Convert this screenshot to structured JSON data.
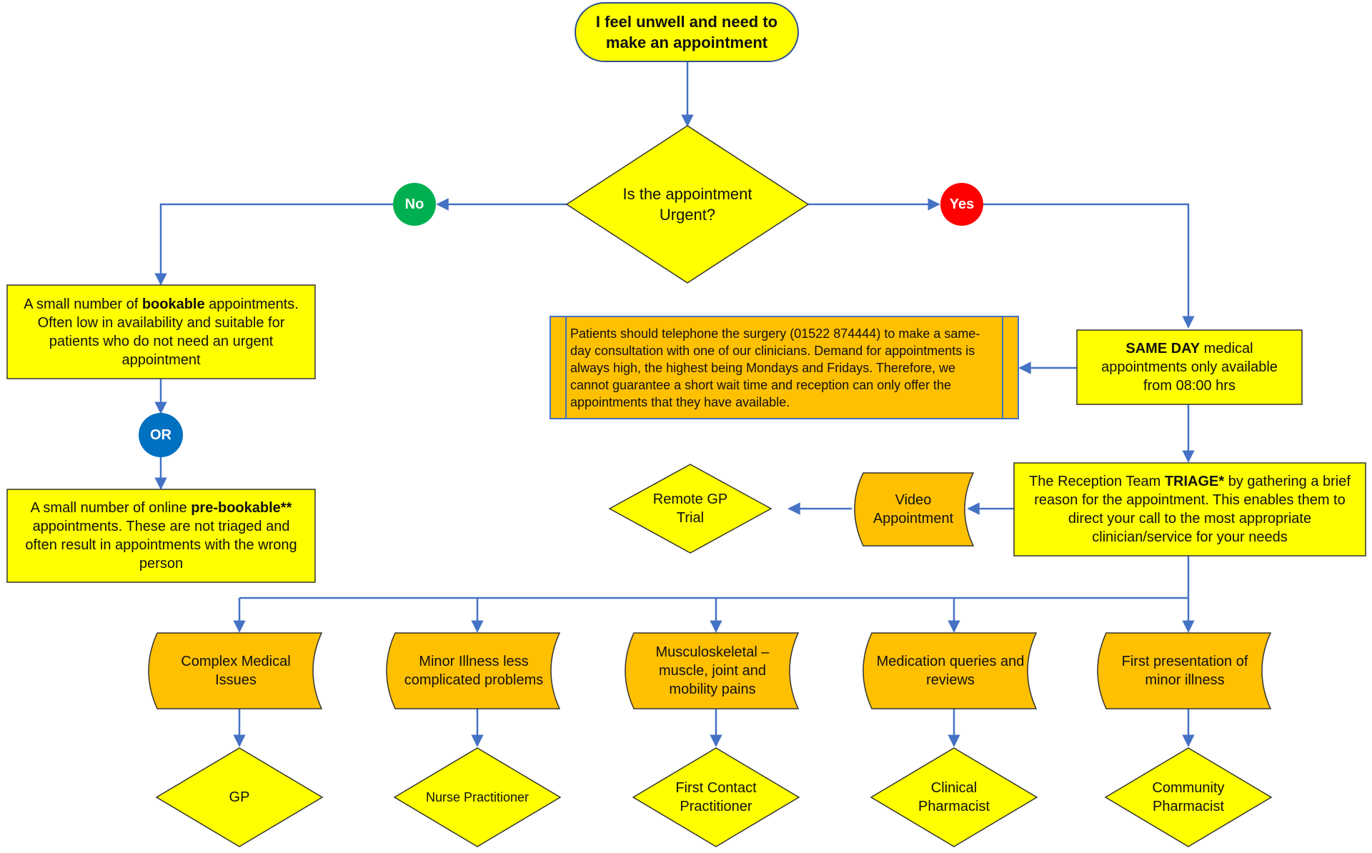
{
  "start": {
    "text": "I feel unwell and need to make an appointment"
  },
  "decision": {
    "text": "Is the appointment Urgent?"
  },
  "branches": {
    "no": "No",
    "yes": "Yes",
    "or": "OR"
  },
  "bookable": {
    "pre": "A small number of ",
    "bold": "bookable",
    "post": " appointments. Often low in availability and suitable for patients who do not need an urgent appointment"
  },
  "prebookable": {
    "pre": "A small number of online ",
    "bold": "pre-bookable**",
    "post": " appointments. These are not triaged and often result in appointments with the wrong person"
  },
  "same_day": {
    "bold": "SAME DAY",
    "post": " medical appointments only available from 08:00 hrs"
  },
  "telephone_note": {
    "text": "Patients should telephone the surgery (01522 874444) to make a same-day consultation with one of our clinicians. Demand for appointments is always high, the highest being Mondays and Fridays. Therefore, we cannot guarantee a short wait time and reception can only offer the appointments that they have available."
  },
  "triage": {
    "pre": "The Reception Team ",
    "bold": "TRIAGE*",
    "post": " by gathering a brief reason for the appointment. This enables them to direct your call to the most appropriate clinician/service for your needs"
  },
  "video": {
    "text": "Video Appointment"
  },
  "remote_gp": {
    "text": "Remote GP Trial"
  },
  "categories": [
    {
      "issue": "Complex Medical Issues",
      "clinician": "GP"
    },
    {
      "issue": "Minor Illness less complicated problems",
      "clinician": "Nurse Practitioner"
    },
    {
      "issue": "Musculoskeletal – muscle, joint and mobility pains",
      "clinician": "First Contact Practitioner"
    },
    {
      "issue": "Medication queries and reviews",
      "clinician": "Clinical Pharmacist"
    },
    {
      "issue": "First presentation of minor illness",
      "clinician": "Community Pharmacist"
    }
  ],
  "colors": {
    "yellow": "#ffff00",
    "orange": "#ffc000",
    "connector": "#4472c4",
    "no": "#00b050",
    "yes": "#ff0000",
    "or": "#0070c0"
  }
}
